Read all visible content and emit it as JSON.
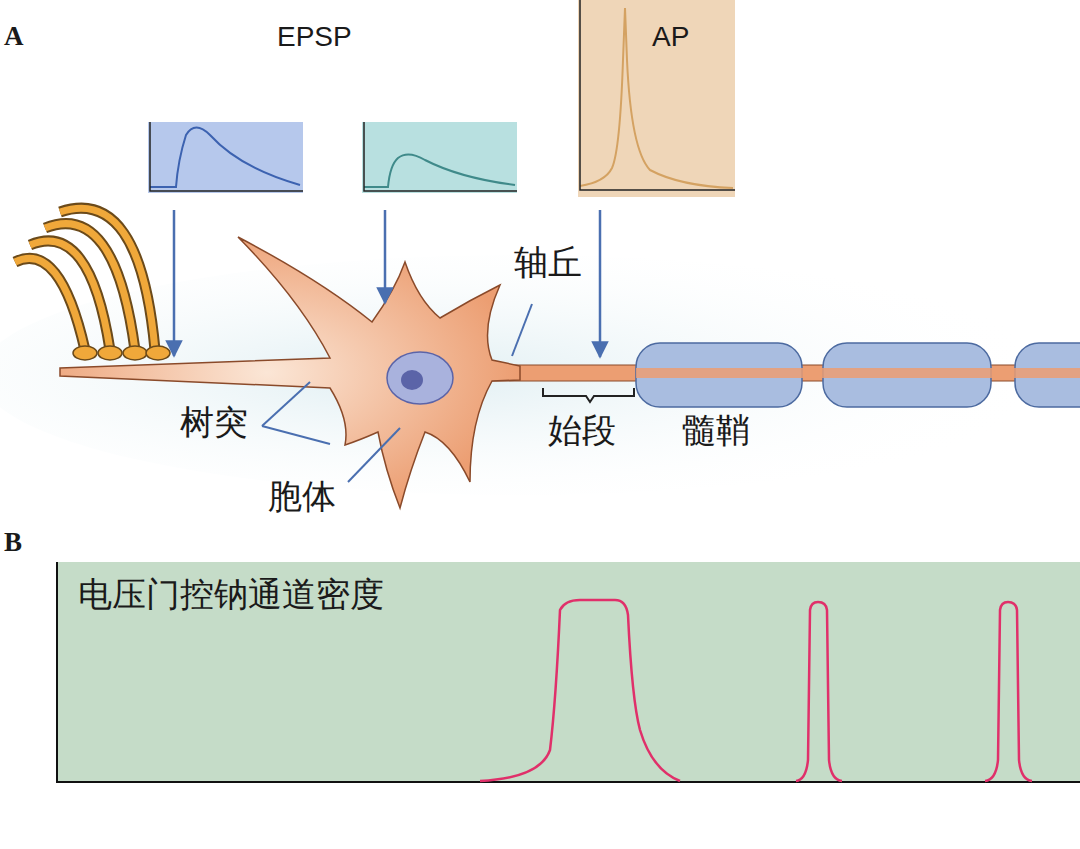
{
  "diagram": {
    "nodes": [
      {
        "text": [
          "AP"
        ]
      },
      {
        "text": [
          "电压门控钠通道密度"
        ]
      }
    ],
    "labels": [
      "A",
      "EPSP",
      "轴丘",
      "树突",
      "胞体",
      "始段",
      "髓鞘",
      "B"
    ]
  }
}
